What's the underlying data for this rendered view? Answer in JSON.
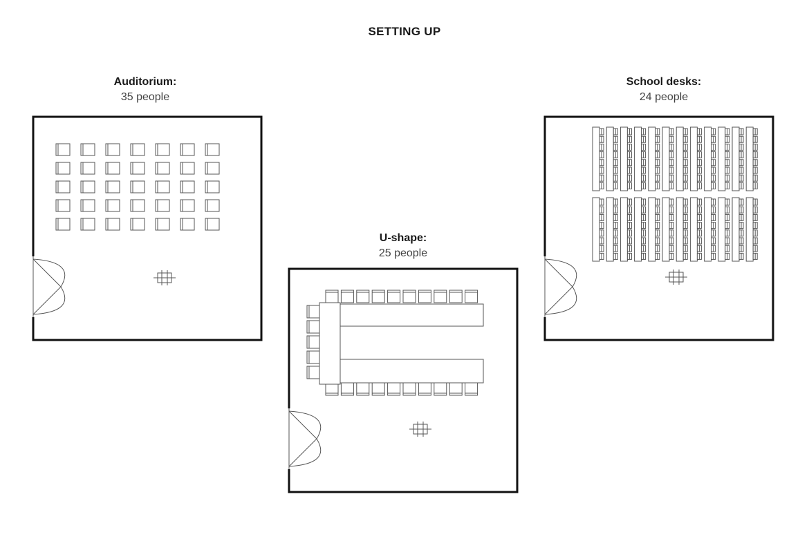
{
  "title": "SETTING UP",
  "rooms": [
    {
      "name": "Auditorium:",
      "capacity": "35 people",
      "layout": "auditorium",
      "seat_rows": 5,
      "seat_cols": 7
    },
    {
      "name": "U-shape:",
      "capacity": "25 people",
      "layout": "u-shape"
    },
    {
      "name": "School desks:",
      "capacity": "24 people",
      "layout": "school-desks"
    }
  ],
  "colors": {
    "wall": "#111111",
    "furniture": "#555555"
  }
}
